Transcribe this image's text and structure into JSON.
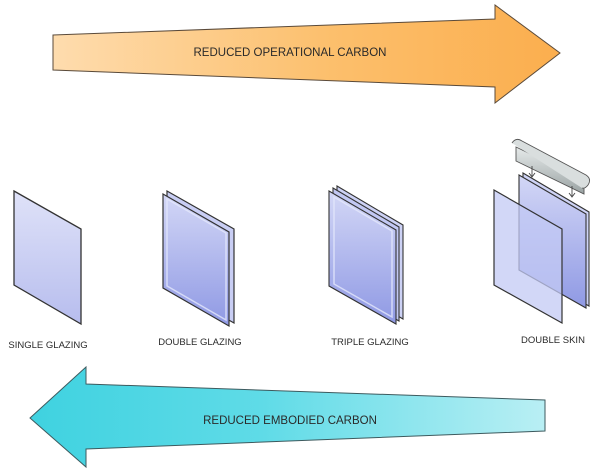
{
  "diagram": {
    "top_arrow": {
      "label": "REDUCED OPERATIONAL CARBON",
      "direction": "right",
      "color_start": "#fdd9a8",
      "color_end": "#fbae4e"
    },
    "bottom_arrow": {
      "label": "REDUCED EMBODIED CARBON",
      "direction": "left",
      "color_start": "#48d6e3",
      "color_end": "#b4eef3"
    },
    "options": [
      {
        "label": "SINGLE GLAZING",
        "panes": 1
      },
      {
        "label": "DOUBLE GLAZING",
        "panes": 2
      },
      {
        "label": "TRIPLE GLAZING",
        "panes": 3
      },
      {
        "label": "DOUBLE SKIN",
        "panes": 3
      }
    ],
    "glass_color": "#a9b3ee"
  }
}
